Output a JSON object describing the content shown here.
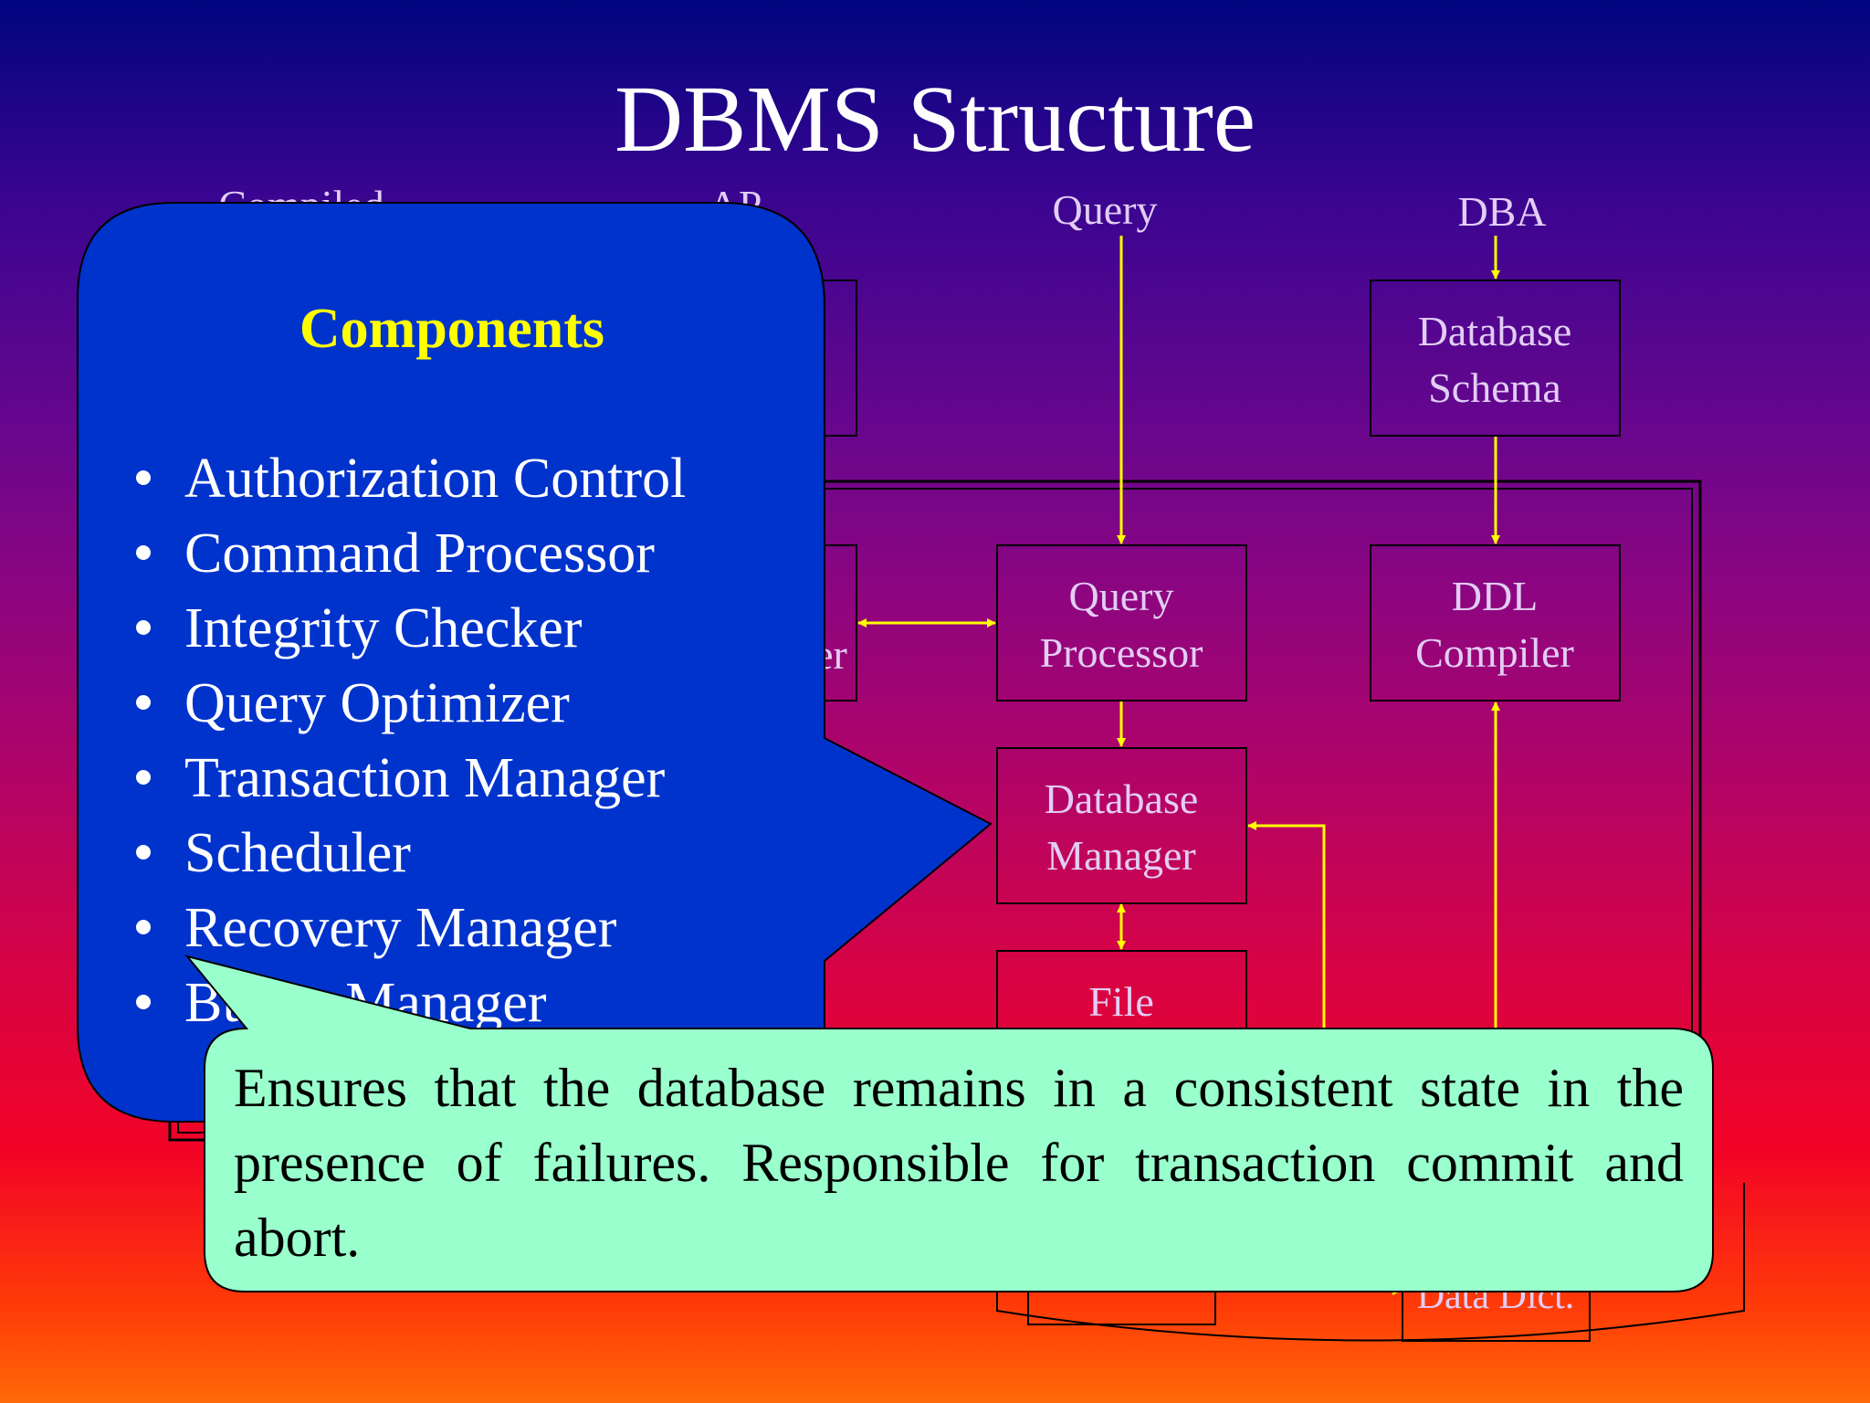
{
  "slide": {
    "title": "DBMS Structure"
  },
  "diagram": {
    "inputs": {
      "compiled": "Compiled",
      "ap": "AP",
      "query": "Query",
      "dba": "DBA"
    },
    "boxes": {
      "ap_box_partial": "",
      "database_schema_line1": "Database",
      "database_schema_line2": "Schema",
      "hidden_manager_fragment": "er",
      "query_processor_line1": "Query",
      "query_processor_line2": "Processor",
      "ddl_compiler_line1": "DDL",
      "ddl_compiler_line2": "Compiler",
      "database_manager_line1": "Database",
      "database_manager_line2": "Manager",
      "file_manager_line1": "File",
      "data_dict": "Data Dict."
    }
  },
  "components_popup": {
    "heading": "Components",
    "items": [
      "Authorization Control",
      "Command Processor",
      "Integrity Checker",
      "Query Optimizer",
      "Transaction Manager",
      "Scheduler",
      "Recovery Manager",
      "Buffer Manager"
    ]
  },
  "description_callout": {
    "text": "Ensures that the database remains in a consistent state in the presence of failures. Responsible for transaction commit and abort."
  },
  "colors": {
    "popup_fill": "#0033cc",
    "heading": "#ffff00",
    "callout_fill": "#99ffcc",
    "arrows": "#ffff00",
    "diagram_text": "#e2cdf5"
  }
}
